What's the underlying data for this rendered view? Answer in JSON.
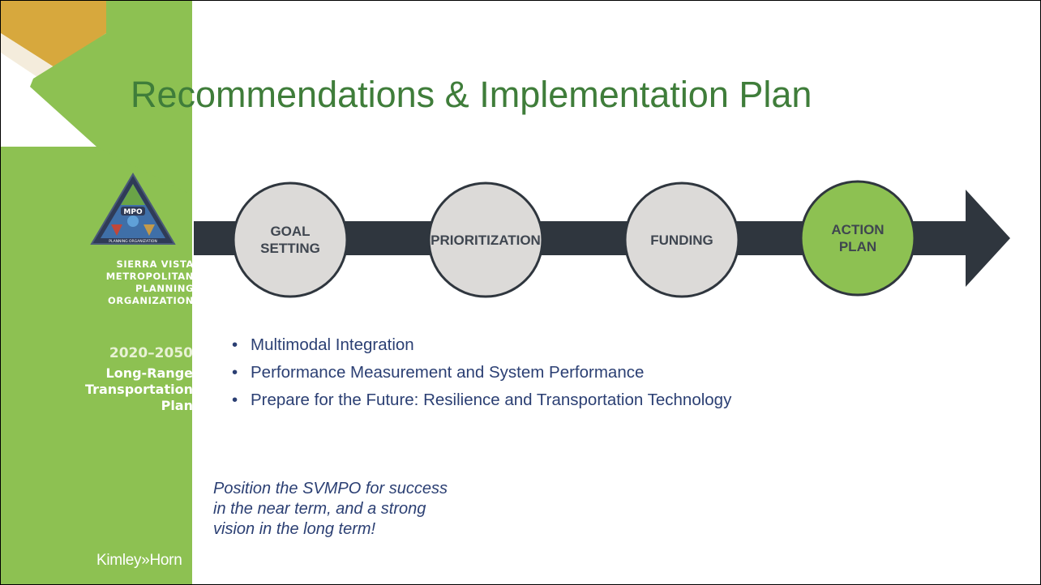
{
  "colors": {
    "sidebar_green": "#8dc152",
    "chevron_gold": "#d7a83d",
    "title_green": "#3f7d3a",
    "arrow_dark": "#2f363e",
    "circle_fill": "#dcdad8",
    "action_fill": "#8dc152",
    "body_navy": "#2b3f73"
  },
  "sidebar": {
    "logo_badge_text": "MPO",
    "logo_ring_text": "PLANNING ORGANIZATION",
    "org_name_lines": [
      "SIERRA VISTA",
      "METROPOLITAN",
      "PLANNING",
      "ORGANIZATION"
    ],
    "plan_years": "2020–2050",
    "plan_title_lines": [
      "Long-Range",
      "Transportation",
      "Plan"
    ],
    "firm_logo": "Kimley»Horn"
  },
  "slide": {
    "title": "Recommendations & Implementation Plan",
    "process_steps": [
      {
        "label": "GOAL\nSETTING",
        "highlight": false
      },
      {
        "label": "PRIORITIZATION",
        "highlight": false
      },
      {
        "label": "FUNDING",
        "highlight": false
      },
      {
        "label": "ACTION\nPLAN",
        "highlight": true
      }
    ],
    "bullets": [
      "Multimodal Integration",
      "Performance Measurement and System Performance",
      "Prepare for the Future: Resilience and Transportation Technology"
    ],
    "bullet_glyph": "•",
    "closing_lines": [
      "Position the SVMPO for success",
      "in the near term, and a strong",
      "vision in the long term!"
    ]
  }
}
